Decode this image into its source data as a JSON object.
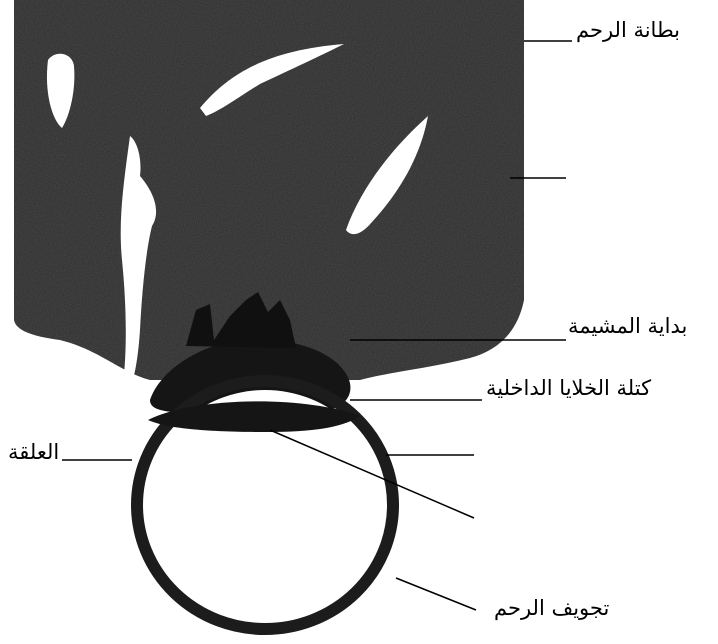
{
  "labels": {
    "endometrium": "بطانة الرحم",
    "chorion_start": "بداية المشيمة",
    "inner_cell_mass": "كتلة الخلايا الداخلية",
    "alaqa": "العلقة",
    "uterine_cavity": "تجويف الرحم"
  },
  "colors": {
    "tissue": "#2c2c2c",
    "tissue_dark": "#151515",
    "background": "#ffffff",
    "lines": "#000000"
  }
}
